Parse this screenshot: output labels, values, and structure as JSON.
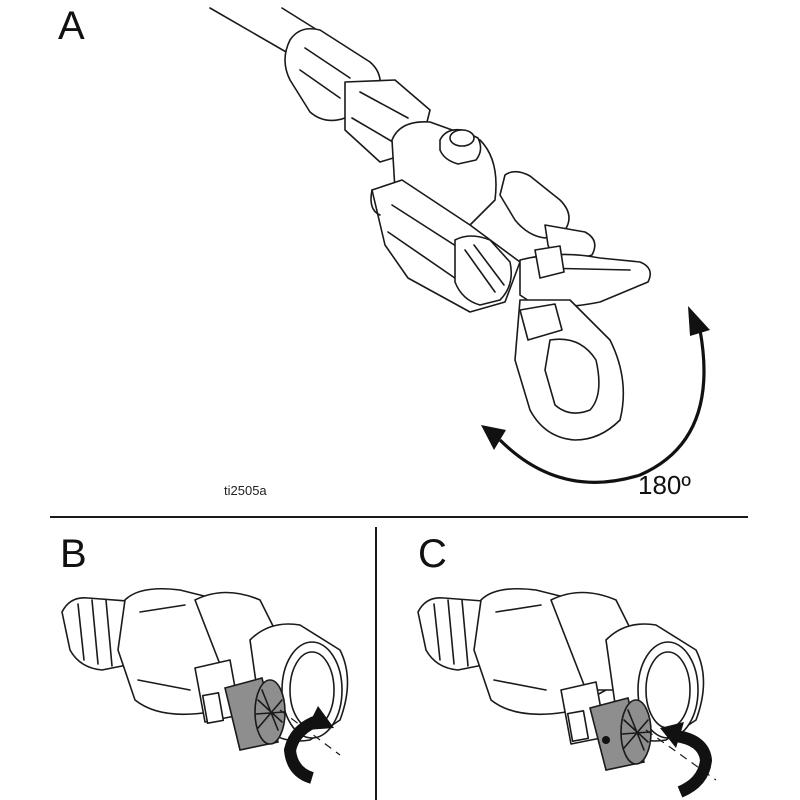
{
  "panels": {
    "a": {
      "label": "A",
      "ref_code": "ti2505a",
      "rotation_label": "180º"
    },
    "b": {
      "label": "B"
    },
    "c": {
      "label": "C"
    }
  },
  "colors": {
    "line": "#1a1a1a",
    "cartridge": "#8e8e8e",
    "background": "#ffffff"
  },
  "icons": {
    "b_arrow": "rotate-arrow-icon",
    "c_arrow": "rotate-arrow-icon",
    "a_arrow": "double-headed-curved-arrow-icon"
  }
}
